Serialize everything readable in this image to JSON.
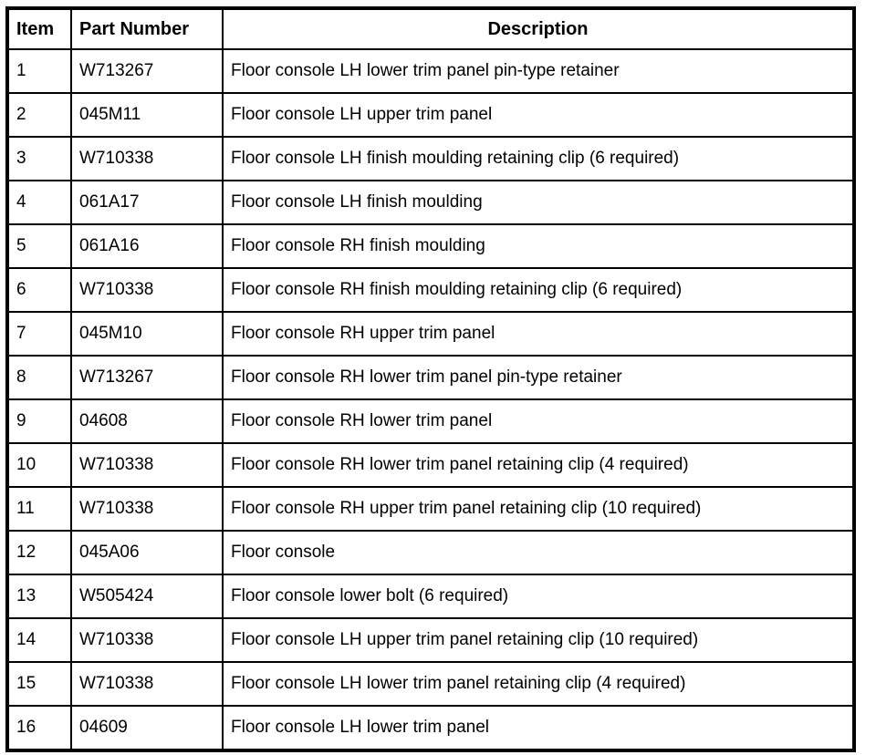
{
  "table": {
    "columns": [
      "Item",
      "Part Number",
      "Description"
    ],
    "rows": [
      {
        "item": "1",
        "part_number": "W713267",
        "description": "Floor console LH lower trim panel pin-type retainer"
      },
      {
        "item": "2",
        "part_number": "045M11",
        "description": "Floor console LH upper trim panel"
      },
      {
        "item": "3",
        "part_number": "W710338",
        "description": "Floor console LH finish moulding retaining clip (6 required)"
      },
      {
        "item": "4",
        "part_number": "061A17",
        "description": "Floor console LH finish moulding"
      },
      {
        "item": "5",
        "part_number": "061A16",
        "description": "Floor console RH finish moulding"
      },
      {
        "item": "6",
        "part_number": "W710338",
        "description": "Floor console RH finish moulding retaining clip (6 required)"
      },
      {
        "item": "7",
        "part_number": "045M10",
        "description": "Floor console RH upper trim panel"
      },
      {
        "item": "8",
        "part_number": "W713267",
        "description": "Floor console RH lower trim panel pin-type retainer"
      },
      {
        "item": "9",
        "part_number": "04608",
        "description": "Floor console RH lower trim panel"
      },
      {
        "item": "10",
        "part_number": "W710338",
        "description": "Floor console RH lower trim panel retaining clip (4 required)"
      },
      {
        "item": "11",
        "part_number": "W710338",
        "description": "Floor console RH upper trim panel retaining clip (10 required)"
      },
      {
        "item": "12",
        "part_number": "045A06",
        "description": "Floor console"
      },
      {
        "item": "13",
        "part_number": "W505424",
        "description": "Floor console lower bolt (6 required)"
      },
      {
        "item": "14",
        "part_number": "W710338",
        "description": "Floor console LH upper trim panel retaining clip (10 required)"
      },
      {
        "item": "15",
        "part_number": "W710338",
        "description": "Floor console LH lower trim panel retaining clip (4 required)"
      },
      {
        "item": "16",
        "part_number": "04609",
        "description": "Floor console LH lower trim panel"
      }
    ]
  },
  "colors": {
    "border": "#000000",
    "text": "#000000",
    "background": "#ffffff"
  }
}
